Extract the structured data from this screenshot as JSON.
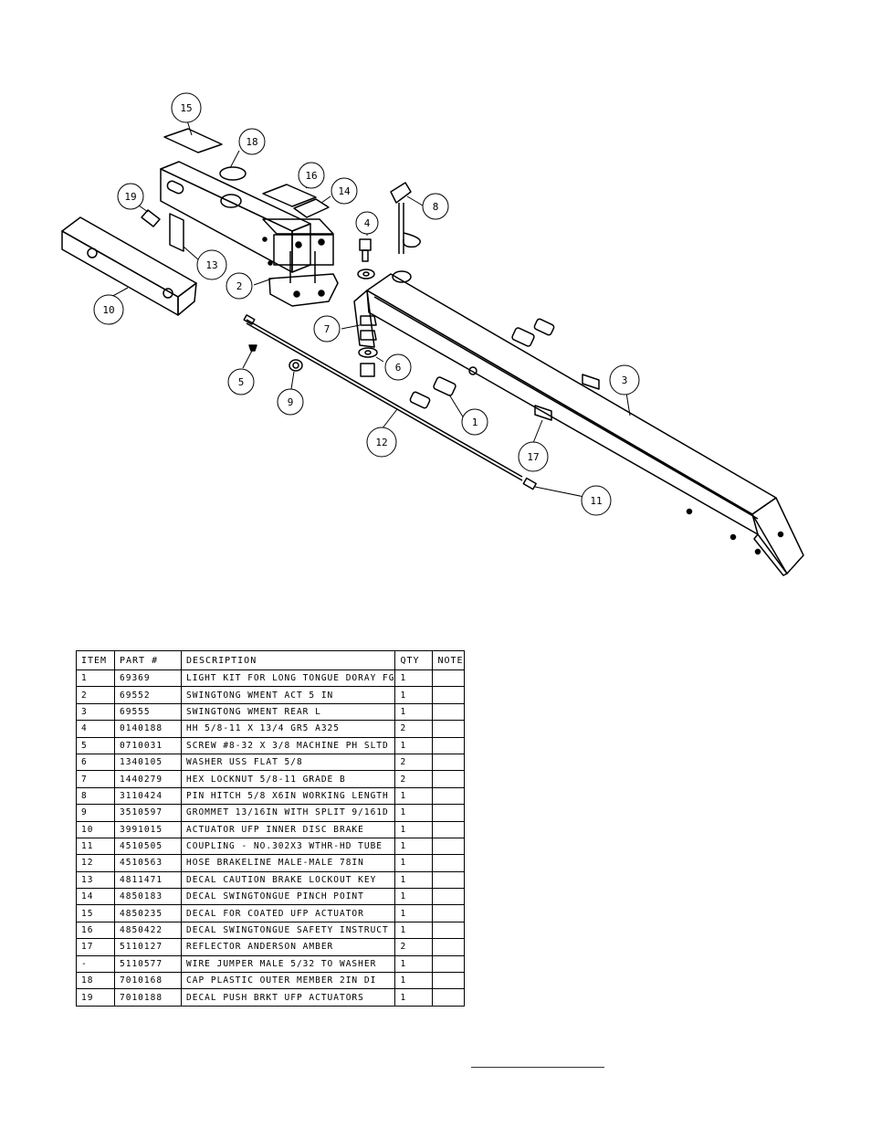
{
  "callouts": [
    "15",
    "18",
    "16",
    "14",
    "19",
    "4",
    "8",
    "13",
    "2",
    "10",
    "7",
    "5",
    "6",
    "9",
    "1",
    "3",
    "12",
    "17",
    "11"
  ],
  "table": {
    "headers": {
      "item": "ITEM",
      "part": "PART #",
      "description": "DESCRIPTION",
      "qty": "QTY",
      "note": "NOTE"
    },
    "rows": [
      {
        "item": "1",
        "part": "69369",
        "description": "LIGHT KIT FOR LONG TONGUE DORAY FG",
        "qty": "1",
        "note": ""
      },
      {
        "item": "2",
        "part": "69552",
        "description": "SWINGTONG WMENT ACT 5 IN",
        "qty": "1",
        "note": ""
      },
      {
        "item": "3",
        "part": "69555",
        "description": "SWINGTONG WMENT REAR L",
        "qty": "1",
        "note": ""
      },
      {
        "item": "4",
        "part": "0140188",
        "description": "HH 5/8-11 X 13/4  GR5 A325",
        "qty": "2",
        "note": ""
      },
      {
        "item": "5",
        "part": "0710031",
        "description": "SCREW #8-32 X 3/8 MACHINE PH SLTD",
        "qty": "1",
        "note": ""
      },
      {
        "item": "6",
        "part": "1340105",
        "description": "WASHER USS FLAT 5/8",
        "qty": "2",
        "note": ""
      },
      {
        "item": "7",
        "part": "1440279",
        "description": "HEX LOCKNUT 5/8-11 GRADE B",
        "qty": "2",
        "note": ""
      },
      {
        "item": "8",
        "part": "3110424",
        "description": "PIN HITCH 5/8 X6IN WORKING LENGTH",
        "qty": "1",
        "note": ""
      },
      {
        "item": "9",
        "part": "3510597",
        "description": "GROMMET 13/16IN  WITH SPLIT 9/161D",
        "qty": "1",
        "note": ""
      },
      {
        "item": "10",
        "part": "3991015",
        "description": "ACTUATOR UFP INNER  DISC BRAKE",
        "qty": "1",
        "note": ""
      },
      {
        "item": "11",
        "part": "4510505",
        "description": "COUPLING - NO.302X3 WTHR-HD TUBE",
        "qty": "1",
        "note": ""
      },
      {
        "item": "12",
        "part": "4510563",
        "description": "HOSE BRAKELINE MALE-MALE 78IN",
        "qty": "1",
        "note": ""
      },
      {
        "item": "13",
        "part": "4811471",
        "description": "DECAL CAUTION BRAKE LOCKOUT KEY",
        "qty": "1",
        "note": ""
      },
      {
        "item": "14",
        "part": "4850183",
        "description": "DECAL SWINGTONGUE PINCH POINT",
        "qty": "1",
        "note": ""
      },
      {
        "item": "15",
        "part": "4850235",
        "description": "DECAL FOR COATED UFP ACTUATOR",
        "qty": "1",
        "note": ""
      },
      {
        "item": "16",
        "part": "4850422",
        "description": "DECAL SWINGTONGUE SAFETY INSTRUCT",
        "qty": "1",
        "note": ""
      },
      {
        "item": "17",
        "part": "5110127",
        "description": "REFLECTOR ANDERSON AMBER",
        "qty": "2",
        "note": ""
      },
      {
        "item": "-",
        "part": "5110577",
        "description": "WIRE JUMPER MALE 5/32 TO WASHER",
        "qty": "1",
        "note": ""
      },
      {
        "item": "18",
        "part": "7010168",
        "description": "CAP  PLASTIC OUTER MEMBER 2IN DI",
        "qty": "1",
        "note": ""
      },
      {
        "item": "19",
        "part": "7010188",
        "description": "DECAL PUSH BRKT UFP ACTUATORS",
        "qty": "1",
        "note": ""
      }
    ]
  }
}
